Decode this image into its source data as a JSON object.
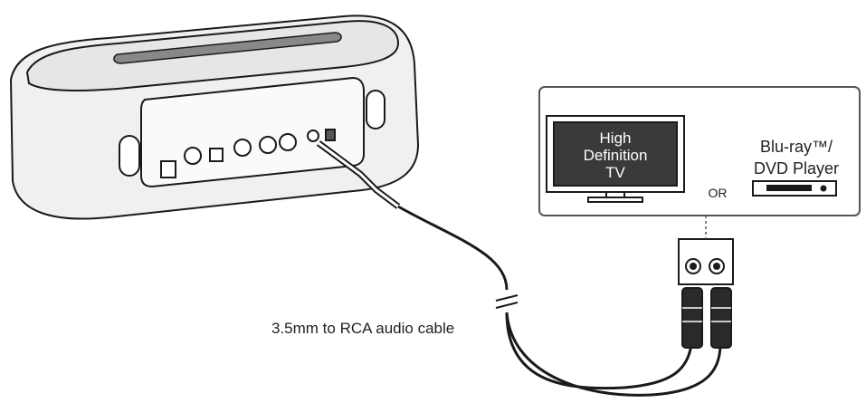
{
  "labels": {
    "cable": "3.5mm to RCA audio cable",
    "tv_line1": "High",
    "tv_line2": "Definition",
    "tv_line3": "TV",
    "or": "OR",
    "player_line1": "Blu-ray™/",
    "player_line2": "DVD Player"
  },
  "colors": {
    "line": "#1a1a1a",
    "screen": "#3a3a3a",
    "device_body": "#f2f2f2",
    "box_border": "#555555"
  }
}
